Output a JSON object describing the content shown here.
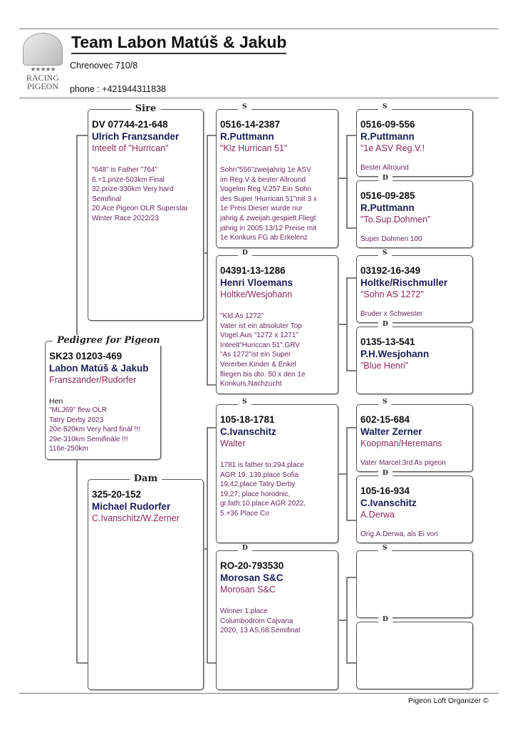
{
  "header": {
    "title": "Team Labon Matúš & Jakub",
    "address": "Chrenovec 710/8",
    "phone": "phone : +421944311838",
    "logo_text": [
      "★★★★★",
      "RACING",
      "PIGEON"
    ]
  },
  "footer": "Pigeon Loft Organizer ©",
  "pigeon": {
    "label": "Pedigree for Pigeon",
    "ring": "SK23 01203-469",
    "name": "Labon Matúš & Jakub",
    "sub": "Franszander/Rudorfer",
    "sex": "Hen",
    "notes": "\"MLJ69\" flew OLR\n Tatry Derby 2023\n 20e-520km Very hard finál !!!\n 29e-310km Semifinále !!!\n 116e-250km"
  },
  "sire": {
    "label": "Sire",
    "ring": "DV 07744-21-648",
    "name": "Ulrich Franzsander",
    "sub": "Inteelt of \"Hurrican\"",
    "notes": " \"648\" is Father \"764\"\n6.=1.prize-503km Final\n32.prize-330km Very hard\nSemifinal\n20.Ace Pigeon OLR Superstar\nWinter Race 2022/23"
  },
  "dam": {
    "label": "Dam",
    "ring": "325-20-152",
    "name": "Michael Rudorfer",
    "sub": "C.Ivanschitz/W.Zerner",
    "notes": ""
  },
  "gen2": [
    {
      "label": "S",
      "ring": "0516-14-2387",
      "name": "R.Puttmann",
      "sub": "\"Klz Hurrican 51\"",
      "notes": "Sohn\"556\"zweijahrig 1e ASV\nim Reg.V & bester Allround\nVogelim Reg.V.257.Ein Sohn\ndes Super !Hurrican 51\"mit 3 x\n1e Preis.Dieser wurde nur\njahrig & zweijah.gespielt.Fliegt\njahrig in 2005 13/12 Preise mit\n1e Konkurs FG ab Erkelenz"
    },
    {
      "label": "D",
      "ring": "04391-13-1286",
      "name": "Henri Vloemans",
      "sub": "Holtke/Wesjohann",
      "notes": "\"Kld.As 1272\"\nVater ist ein absoluter Top\nVogel.Aus \"1272 x 1271\"\nInteelt\"Huriccan 51\".GRV\n\"As 1272\"ist ein Super\nVererber.Kinder & Enkel\nfliegen bis dto. 50 x den 1e\nKonkurs.Nachzucht"
    },
    {
      "label": "S",
      "ring": "105-18-1781",
      "name": "C.Ivanschitz",
      "sub": "Walter",
      "notes": "1781 is father to:294.place\nAGR 19, 139.place Sofia\n19,42,place Tatry Derby\n19,27, place horodnic,\ngr.fath:10.place AGR 2022,\n5.+36 Place Co"
    },
    {
      "label": "D",
      "ring": "RO-20-793530",
      "name": "Morosan S&C",
      "sub": "Morosan S&C",
      "notes": "Winner 1.place\nColumbodrom Cajvana\n2020, 13 AS,68.Semifinal"
    }
  ],
  "gen3": [
    {
      "label": "S",
      "ring": "0516-09-556",
      "name": "R.Puttmann",
      "sub": "\"1e ASV Reg.V.!",
      "notes": "Bester Allround"
    },
    {
      "label": "D",
      "ring": "0516-09-285",
      "name": "R.Puttmann",
      "sub": "\"To.Sup.Dohmen\"",
      "notes": "Super Dohmen 100"
    },
    {
      "label": "S",
      "ring": "03192-16-349",
      "name": "Holtke/Rischmuller",
      "sub": "\"Sohn AS 1272\"",
      "notes": "Bruder x Schwester"
    },
    {
      "label": "D",
      "ring": "0135-13-541",
      "name": "P.H.Wesjohann",
      "sub": "\"Blue Henri\"",
      "notes": ""
    },
    {
      "label": "S",
      "ring": "602-15-684",
      "name": "Walter Zerner",
      "sub": "Koopman/Heremans",
      "notes": "Vater Marcel:3rd As pigeon"
    },
    {
      "label": "D",
      "ring": "105-16-934",
      "name": "C.Ivanschitz",
      "sub": "A.Derwa",
      "notes": "Orig.A.Derwa, als Ei von"
    },
    {
      "label": "S",
      "ring": "",
      "name": "",
      "sub": "",
      "notes": ""
    },
    {
      "label": "D",
      "ring": "",
      "name": "",
      "sub": "",
      "notes": ""
    }
  ]
}
